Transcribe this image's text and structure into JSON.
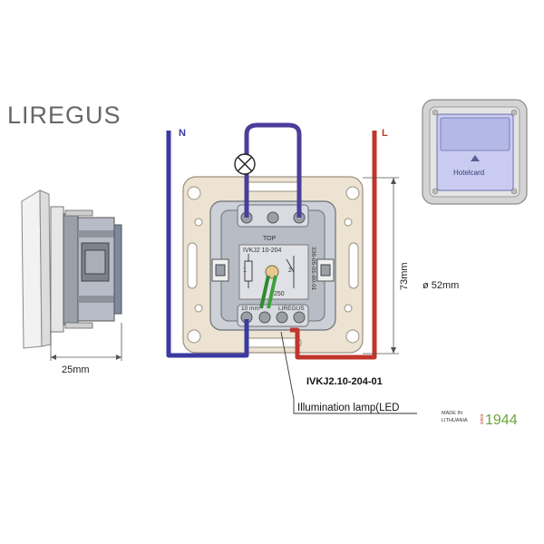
{
  "brand": {
    "name": "LIREGUS"
  },
  "wires": {
    "neutral_label": "N",
    "live_label": "L",
    "neutral_color": "#3a3aa0",
    "live_color": "#c0362c",
    "loop_color": "#4a3e9a",
    "green_color": "#2f8a2f"
  },
  "module": {
    "top_label": "TOP",
    "model_code": "IVKJ2 10-204",
    "side_code": "336-05-01-00-01",
    "terminal_left": "1",
    "terminal_right": "2",
    "bottom_left": "10 mm",
    "bottom_mid": "250",
    "bottom_brand": "LIREGUS"
  },
  "dimensions": {
    "height": "73mm",
    "diameter": "ø 52mm",
    "depth": "25mm"
  },
  "callouts": {
    "model_number": "IVKJ2.10-204-01",
    "lamp_label": "Illumination lamp(LED"
  },
  "faceplate": {
    "card_label": "Hotelcard",
    "plate_color": "#c9ccf0",
    "frame_color": "#d8d8d8"
  },
  "origin": {
    "made_in": "MADE IN",
    "country": "LITHUANIA",
    "since": "since",
    "year": "1944",
    "year_color": "#6aa53a"
  }
}
